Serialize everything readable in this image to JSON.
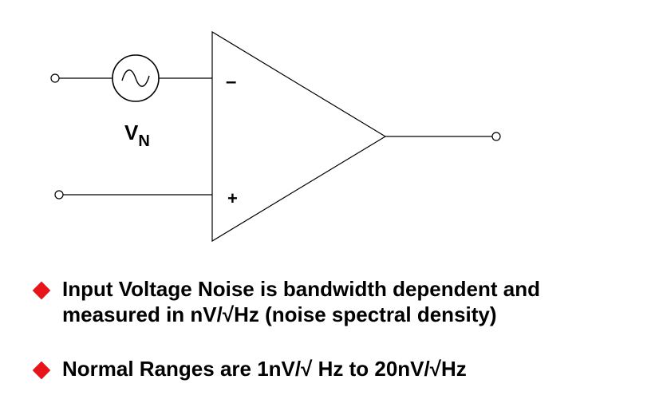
{
  "diagram": {
    "minus_label": "–",
    "plus_label": "+",
    "source_label_main": "V",
    "source_label_sub": "N",
    "source_icon": "ac-source-icon"
  },
  "bullets": [
    {
      "text": "Input Voltage Noise is bandwidth dependent and measured in nV/√Hz (noise spectral density)"
    },
    {
      "text": "Normal Ranges are 1nV/√ Hz to 20nV/√Hz"
    }
  ],
  "colors": {
    "bullet": "#e8141b",
    "line": "#000000"
  }
}
